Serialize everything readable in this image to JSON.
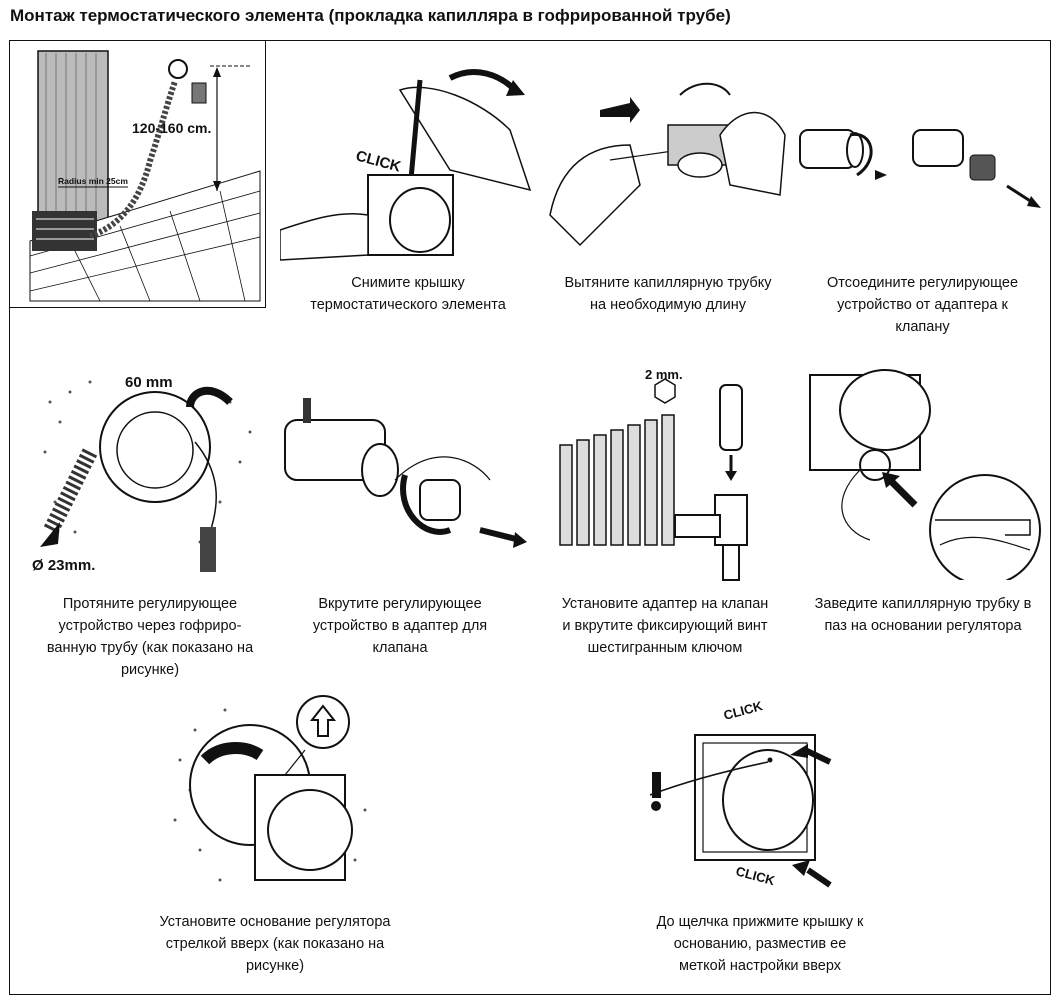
{
  "title": "Монтаж термостатического элемента (прокладка капилляра в гофрированной трубе)",
  "inset": {
    "height_label": "120-160 cm.",
    "radius_label": "Radius min 25cm"
  },
  "steps": [
    {
      "caption_line1": "Снимите крышку",
      "caption_line2": "термостатического элемента",
      "figure_label": "CLICK"
    },
    {
      "caption_line1": "Вытяните капиллярную трубку",
      "caption_line2": "на необходимую длину"
    },
    {
      "caption_line1": "Отсоедините регулирующее",
      "caption_line2": "устройство от адаптера к",
      "caption_line3": "клапану"
    },
    {
      "caption_line1": "Протяните регулирующее",
      "caption_line2": "устройство через гофриро-",
      "caption_line3": "ванную трубу (как показано на",
      "caption_line4": "рисунке)",
      "figure_label": "60 mm",
      "figure_label2": "Ø 23mm."
    },
    {
      "caption_line1": "Вкрутите регулирующее",
      "caption_line2": "устройство в адаптер для",
      "caption_line3": "клапана"
    },
    {
      "caption_line1": "Установите адаптер на клапан",
      "caption_line2": "и вкрутите фиксирующий винт",
      "caption_line3": "шестигранным ключом",
      "figure_label": "2 mm."
    },
    {
      "caption_line1": "Заведите капиллярную трубку в",
      "caption_line2": "паз на основании регулятора"
    },
    {
      "caption_line1": "Установите основание регулятора",
      "caption_line2": "стрелкой вверх (как показано на",
      "caption_line3": "рисунке)"
    },
    {
      "caption_line1": "До щелчка прижмите крышку к",
      "caption_line2": "основанию, разместив ее",
      "caption_line3": "меткой настройки вверх",
      "figure_label": "CLICK",
      "figure_label2": "CLICK"
    }
  ]
}
